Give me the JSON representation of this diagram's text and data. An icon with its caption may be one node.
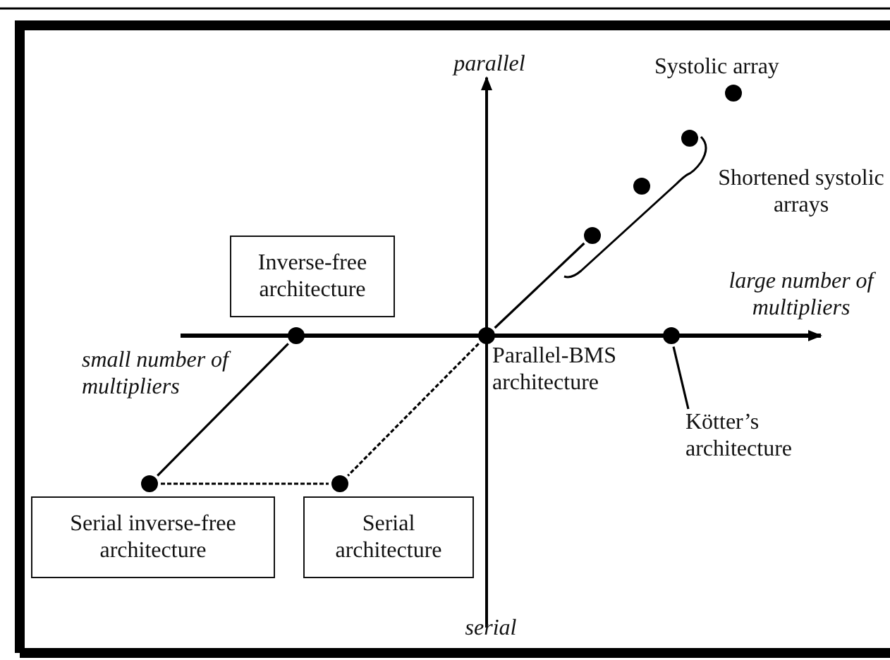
{
  "diagram": {
    "nodes": [
      {
        "text": [],
        "shape": "circle",
        "beside": [
          "Systolic array"
        ]
      },
      {
        "text": [],
        "shape": "circle"
      },
      {
        "text": [],
        "shape": "circle"
      },
      {
        "text": [],
        "shape": "circle"
      },
      {
        "text": [
          "Inverse-free architecture"
        ]
      },
      {
        "text": [],
        "shape": "circle"
      },
      {
        "text": [],
        "shape": "circle",
        "beside": [
          "Parallel-BMS architecture"
        ]
      },
      {
        "text": [],
        "shape": "circle"
      },
      {
        "text": [
          "Kötter’s architecture"
        ]
      },
      {
        "text": [],
        "shape": "circle"
      },
      {
        "text": [],
        "shape": "circle"
      },
      {
        "text": [
          "Serial inverse-free architecture"
        ]
      },
      {
        "text": [
          "Serial architecture"
        ]
      }
    ],
    "edges": [
      {
        "from": 6,
        "to": 3,
        "arrow": "none"
      },
      {
        "from": 5,
        "to": 9,
        "arrow": "none"
      },
      {
        "from": 6,
        "to": 10,
        "arrow": "none",
        "style": "dashed"
      },
      {
        "from": 9,
        "to": 10,
        "arrow": "none",
        "style": "dashed"
      },
      {
        "from": 7,
        "to": 8,
        "arrow": "none"
      }
    ],
    "labels": [
      "parallel",
      "Shortened systolic arrays",
      "large number of multipliers",
      "small number of multipliers",
      "serial"
    ]
  }
}
